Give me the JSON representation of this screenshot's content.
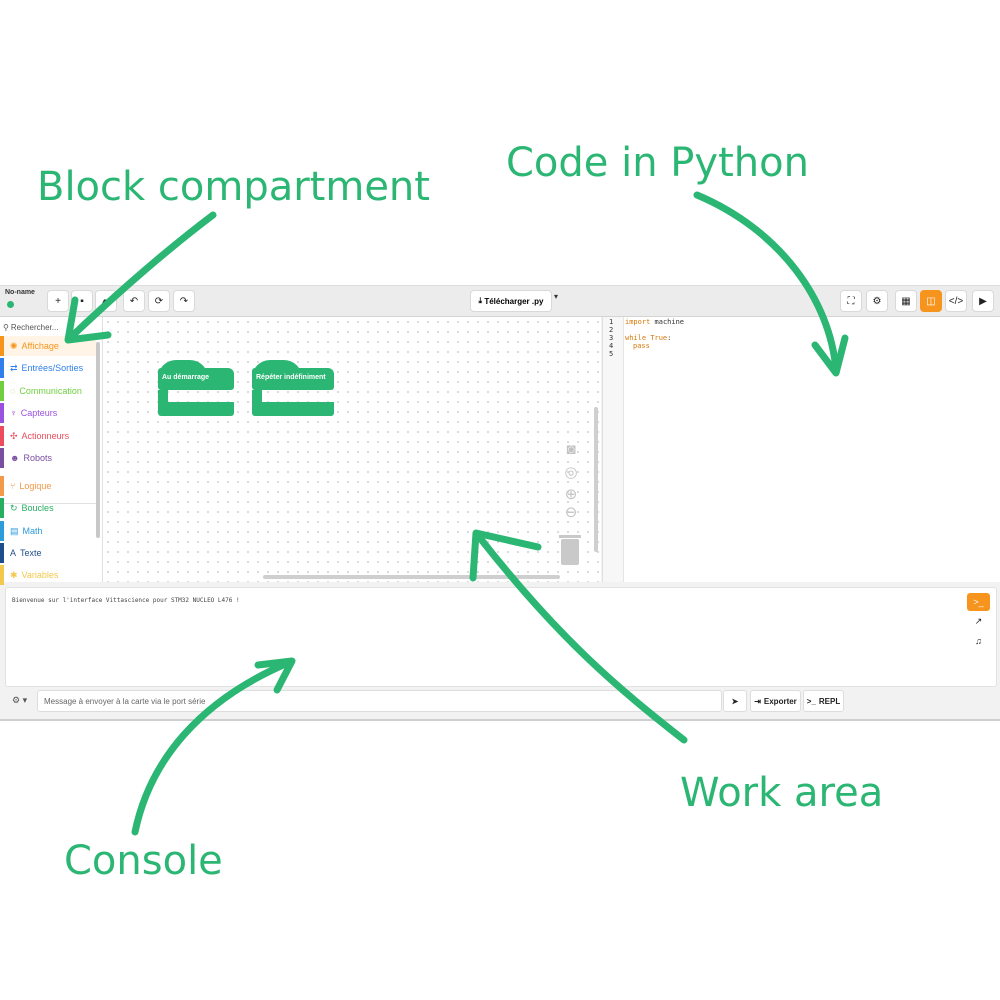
{
  "annotations": {
    "block_compartment": "Block compartment",
    "code_in_python": "Code in Python",
    "work_area": "Work area",
    "console": "Console"
  },
  "app": {
    "project_name": "No-name",
    "download_label": "Télécharger .py",
    "search_placeholder": "Rechercher...",
    "categories": [
      {
        "label": "Affichage",
        "color": "#f7941d",
        "icon": "display-icon"
      },
      {
        "label": "Entrées/Sorties",
        "color": "#2f80ed",
        "icon": "io-icon"
      },
      {
        "label": "Communication",
        "color": "#6fcf3f",
        "icon": "communication-icon"
      },
      {
        "label": "Capteurs",
        "color": "#9b51e0",
        "icon": "sensor-icon"
      },
      {
        "label": "Actionneurs",
        "color": "#eb4d5c",
        "icon": "actuator-icon"
      },
      {
        "label": "Robots",
        "color": "#7b4fa0",
        "icon": "robot-icon"
      },
      {
        "label": "Logique",
        "color": "#f2994a",
        "icon": "logic-icon"
      },
      {
        "label": "Boucles",
        "color": "#27ae60",
        "icon": "loop-icon"
      },
      {
        "label": "Math",
        "color": "#2d9cdb",
        "icon": "math-icon"
      },
      {
        "label": "Texte",
        "color": "#1f4e8c",
        "icon": "text-icon"
      },
      {
        "label": "Variables",
        "color": "#f2c94c",
        "icon": "variable-icon"
      }
    ],
    "blocks": {
      "on_start": "Au démarrage",
      "forever": "Répéter indéfiniment"
    },
    "code": {
      "line_numbers": [
        "1",
        "2",
        "3",
        "4",
        "5"
      ],
      "line1_kw": "import",
      "line1_rest": " machine",
      "line3_kw": "while",
      "line3_const": " True",
      "line3_rest": ":",
      "line4_kw": "pass"
    },
    "console": {
      "welcome": "Bienvenue sur l'interface Vittascience pour STM32 NUCLEO L476 !",
      "message_placeholder": "Message à envoyer à la carte via le port série",
      "export_label": "Exporter",
      "repl_label": "REPL"
    },
    "accent_color": "#f7941d",
    "block_color": "#2bb673"
  }
}
